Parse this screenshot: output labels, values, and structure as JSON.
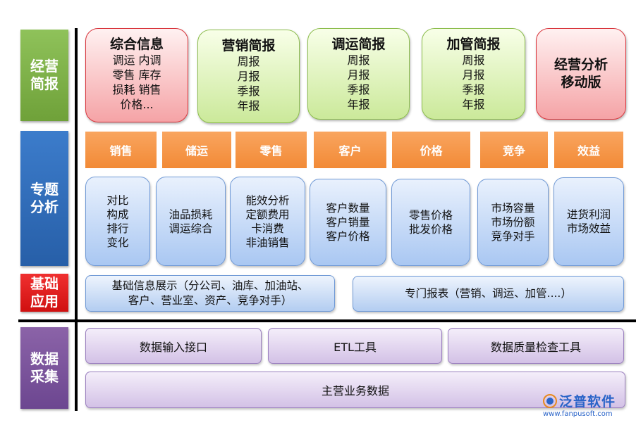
{
  "categories": {
    "briefing": "经营简报",
    "topic": "专题分析",
    "base": "基础应用",
    "collect": "数据采集"
  },
  "cards": [
    {
      "title": "综合信息",
      "lines": [
        "调运 内调",
        "零售 库存",
        "损耗 销售",
        "价格..."
      ]
    },
    {
      "title": "营销简报",
      "lines": [
        "周报",
        "月报",
        "季报",
        "年报"
      ]
    },
    {
      "title": "调运简报",
      "lines": [
        "周报",
        "月报",
        "季报",
        "年报"
      ]
    },
    {
      "title": "加管简报",
      "lines": [
        "周报",
        "月报",
        "季报",
        "年报"
      ]
    },
    {
      "title": "经营分析",
      "title2": "移动版"
    }
  ],
  "topics": [
    "销售",
    "储运",
    "零售",
    "客户",
    "价格",
    "竞争",
    "效益"
  ],
  "details": [
    [
      "对比",
      "构成",
      "排行",
      "变化"
    ],
    [
      "油品损耗",
      "调运综合"
    ],
    [
      "能效分析",
      "定额费用",
      "卡消费",
      "非油销售"
    ],
    [
      "客户数量",
      "客户销量",
      "客户价格"
    ],
    [
      "零售价格",
      "批发价格"
    ],
    [
      "市场容量",
      "市场份额",
      "竞争对手"
    ],
    [
      "进货利润",
      "市场效益"
    ]
  ],
  "base": {
    "info_line1": "基础信息展示（分公司、油库、加油站、",
    "info_line2": "客户、营业室、资产、竞争对手）",
    "reports": "专门报表（营销、调运、加管....）"
  },
  "collect": {
    "input": "数据输入接口",
    "etl": "ETL工具",
    "quality": "数据质量检查工具",
    "main": "主营业务数据"
  },
  "logo": {
    "name": "泛普软件",
    "url": "www.fanpusoft.com"
  },
  "colors": {
    "green": "#7bb046",
    "blue": "#3170bf",
    "red": "#e21e1e",
    "purple": "#7a539c",
    "orange": "#f5963f",
    "card_red_border": "#d9363d",
    "card_green_border": "#8cbd4c"
  }
}
